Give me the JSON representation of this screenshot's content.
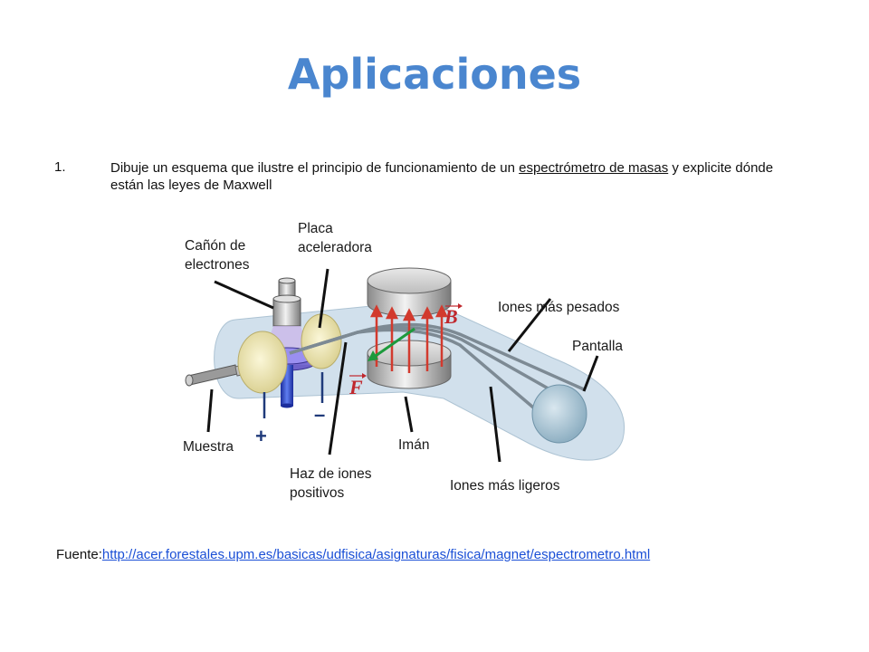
{
  "slide": {
    "title": "Aplicaciones",
    "question": {
      "number": "1.",
      "text_before": "Dibuje un esquema que ilustre el principio de funcionamiento de un ",
      "link_text": "espectrómetro de masas",
      "text_after": " y explicite dónde",
      "text_line2": "están las leyes de Maxwell"
    },
    "source": {
      "label": "Fuente:",
      "url": "http://acer.forestales.upm.es/basicas/udfisica/asignaturas/fisica/magnet/espectrometro.html"
    }
  },
  "diagram": {
    "labels": {
      "canon_l1": "Cañón de",
      "canon_l2": "electrones",
      "placa_l1": "Placa",
      "placa_l2": "aceleradora",
      "iones_pesados": "Iones más pesados",
      "pantalla": "Pantalla",
      "muestra": "Muestra",
      "haz_l1": "Haz de iones",
      "haz_l2": "positivos",
      "iman": "Imán",
      "iones_ligeros": "Iones más ligeros",
      "plus": "+",
      "minus": "–",
      "field_b": "B",
      "force_f": "F"
    },
    "colors": {
      "field_arrows": "#d23a2e",
      "force_arrow": "#1d9a3c",
      "symbols": "#c0272d",
      "polarity": "#1f3a7a",
      "tube": "#c9dbe9",
      "plate": "#efe7b4"
    }
  }
}
